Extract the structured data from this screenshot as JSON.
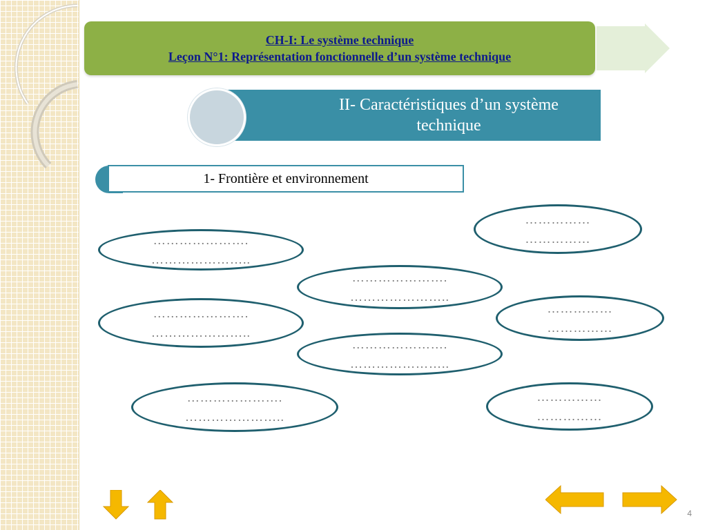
{
  "header": {
    "line1": "CH-I: Le système technique",
    "line2": "Leçon N°1: Représentation fonctionnelle d’un système technique"
  },
  "section": {
    "title": "II- Caractéristiques d’un système technique"
  },
  "subsection": {
    "title": "1- Frontière et environnement"
  },
  "ellipses": [
    {
      "line1": "………………….",
      "line2": "………………….."
    },
    {
      "line1": "……………",
      "line2": "……………"
    },
    {
      "line1": "………………….",
      "line2": "………………….."
    },
    {
      "line1": "………………….",
      "line2": "………………….."
    },
    {
      "line1": "……………",
      "line2": "……………"
    },
    {
      "line1": "………………….",
      "line2": "………………….."
    },
    {
      "line1": "………………….",
      "line2": "………………….."
    },
    {
      "line1": "……………",
      "line2": "……………"
    }
  ],
  "navigation": {
    "down_icon": "arrow-down-icon",
    "up_icon": "arrow-up-icon",
    "prev_icon": "arrow-left-icon",
    "next_icon": "arrow-right-icon"
  },
  "page_number": "4",
  "colors": {
    "header_bg": "#8db046",
    "header_text": "#0d1a8c",
    "teal": "#3a8fa6",
    "ellipse_border": "#1f5f6e",
    "nav_arrow": "#f5b800"
  }
}
